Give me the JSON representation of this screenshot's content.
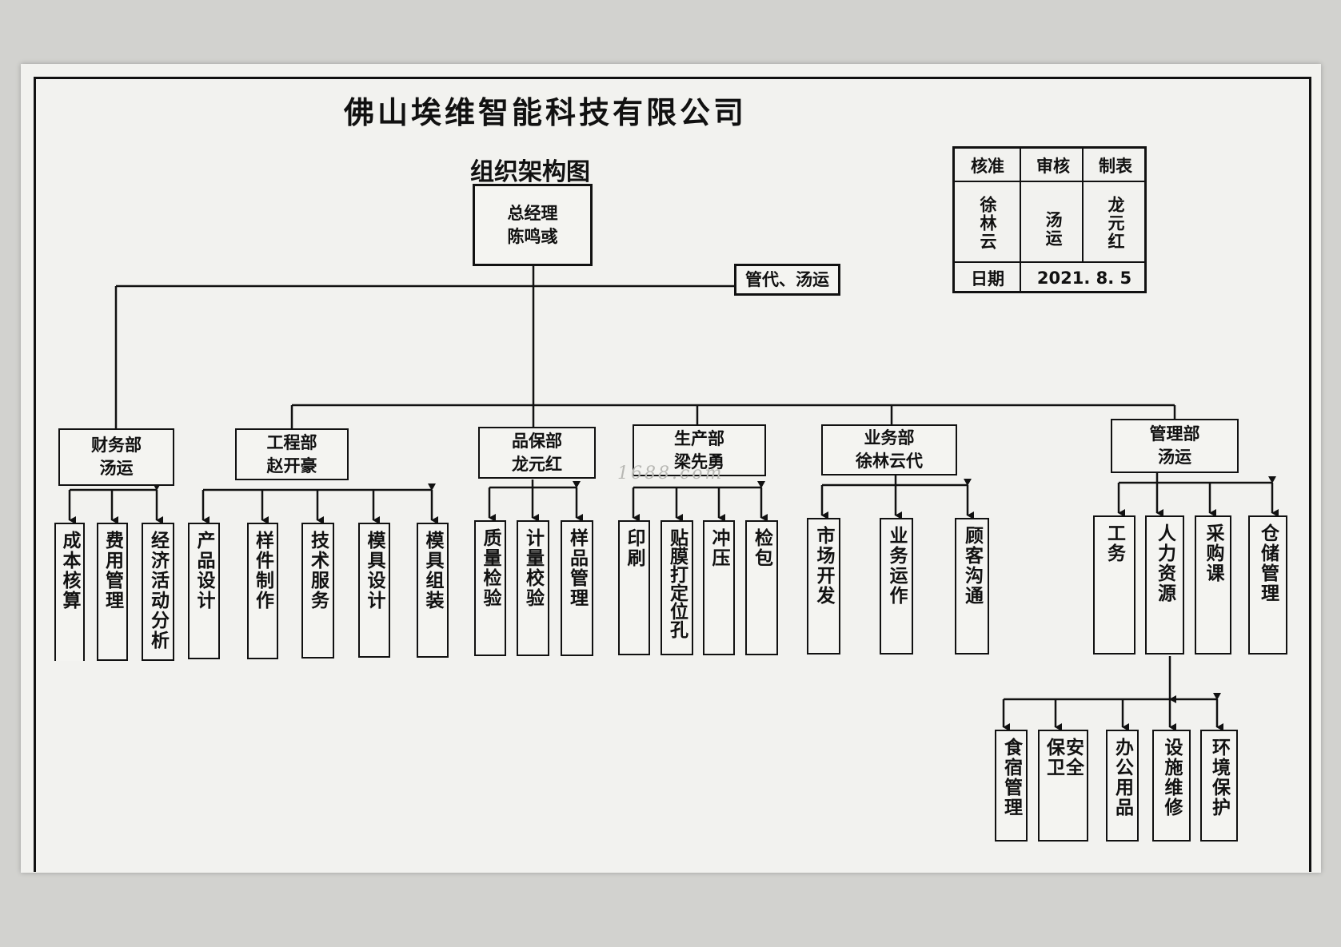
{
  "company_name": "佛山埃维智能科技有限公司",
  "chart_title": "组织架构图",
  "approval_table": {
    "headers": [
      "核准",
      "审核",
      "制表"
    ],
    "signers": [
      "徐林云",
      "汤运",
      "龙元红"
    ],
    "date_label": "日期",
    "date_value": "2021. 8. 5"
  },
  "root": {
    "title": "总经理",
    "name": "陈鸣彧"
  },
  "side_box": {
    "label": "管代、汤运"
  },
  "departments": [
    {
      "title": "财务部",
      "name": "汤运",
      "units": [
        "成本核算",
        "费用管理",
        "经济活动分析"
      ]
    },
    {
      "title": "工程部",
      "name": "赵开豪",
      "units": [
        "产品设计",
        "样件制作",
        "技术服务",
        "模具设计",
        "模具组装"
      ]
    },
    {
      "title": "品保部",
      "name": "龙元红",
      "units": [
        "质量检验",
        "计量校验",
        "样品管理"
      ]
    },
    {
      "title": "生产部",
      "name": "梁先勇",
      "units": [
        "印刷",
        "贴膜打定位孔",
        "冲压",
        "检包"
      ]
    },
    {
      "title": "业务部",
      "name": "徐林云代",
      "units": [
        "市场开发",
        "业务运作",
        "顾客沟通"
      ]
    },
    {
      "title": "管理部",
      "name": "汤运",
      "units": [
        "工务",
        "人力资源",
        "采购课",
        "仓储管理"
      ]
    }
  ],
  "hr_subunits": [
    "食宿管理",
    "安全保卫",
    "办公用品",
    "设施维修",
    "环境保护"
  ],
  "watermark": "1688.com"
}
